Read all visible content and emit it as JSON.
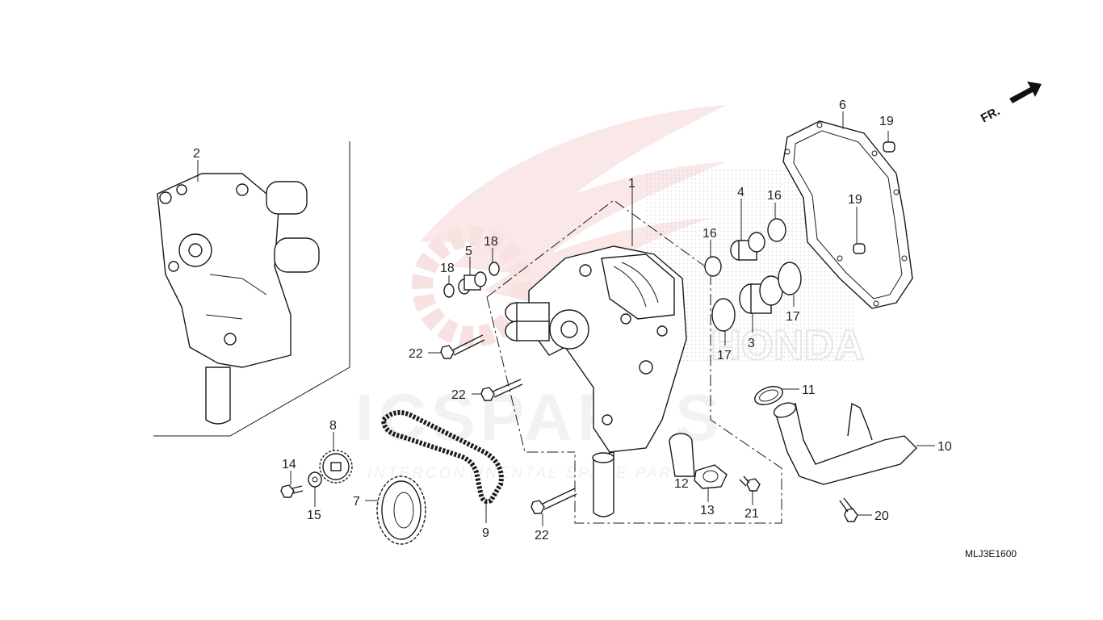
{
  "diagram": {
    "code": "MLJ3E1600",
    "direction_label": "FR.",
    "watermark": {
      "brand": "ICSPARTS",
      "tagline": "INTERCONTINENTAL SPARE PARTS",
      "logo_text": "HONDA"
    },
    "callouts": [
      {
        "id": "c1",
        "text": "1"
      },
      {
        "id": "c2",
        "text": "2"
      },
      {
        "id": "c3",
        "text": "3"
      },
      {
        "id": "c4",
        "text": "4"
      },
      {
        "id": "c5",
        "text": "5"
      },
      {
        "id": "c6",
        "text": "6"
      },
      {
        "id": "c7",
        "text": "7"
      },
      {
        "id": "c8",
        "text": "8"
      },
      {
        "id": "c9",
        "text": "9"
      },
      {
        "id": "c10",
        "text": "10"
      },
      {
        "id": "c11",
        "text": "11"
      },
      {
        "id": "c12",
        "text": "12"
      },
      {
        "id": "c13",
        "text": "13"
      },
      {
        "id": "c14",
        "text": "14"
      },
      {
        "id": "c15",
        "text": "15"
      },
      {
        "id": "c16a",
        "text": "16"
      },
      {
        "id": "c16b",
        "text": "16"
      },
      {
        "id": "c17a",
        "text": "17"
      },
      {
        "id": "c17b",
        "text": "17"
      },
      {
        "id": "c18a",
        "text": "18"
      },
      {
        "id": "c18b",
        "text": "18"
      },
      {
        "id": "c19a",
        "text": "19"
      },
      {
        "id": "c19b",
        "text": "19"
      },
      {
        "id": "c20",
        "text": "20"
      },
      {
        "id": "c21",
        "text": "21"
      },
      {
        "id": "c22a",
        "text": "22"
      },
      {
        "id": "c22b",
        "text": "22"
      },
      {
        "id": "c22c",
        "text": "22"
      }
    ]
  }
}
